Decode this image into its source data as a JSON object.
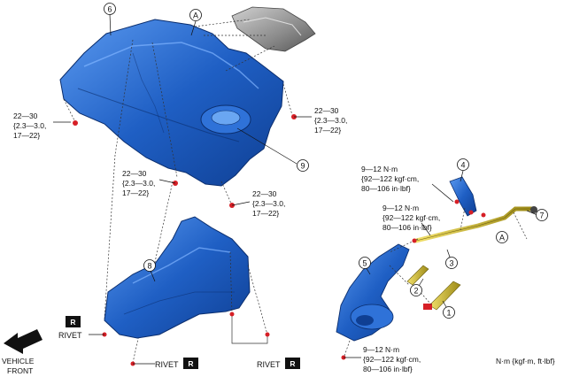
{
  "callouts": [
    "6",
    "A",
    "9",
    "8",
    "4",
    "7",
    "A",
    "5",
    "2",
    "3",
    "1"
  ],
  "torque": {
    "spec_22_30": {
      "line1": "22—30",
      "line2": "{2.3—3.0,",
      "line3": "17—22}"
    },
    "spec_9_12": {
      "line1": "9—12 N·m",
      "line2": "{92—122 kgf·cm,",
      "line3": "80—106 in·lbf}"
    }
  },
  "rivet_label": "RIVET",
  "rivet_badge": "R",
  "vehicle_front": {
    "line1": "VEHICLE",
    "line2": "FRONT"
  },
  "units_note": "N·m {kgf·m, ft·lbf}",
  "colors": {
    "tank_blue": "#1f5fc4",
    "tank_highlight": "#5b9af0",
    "shield_grey": "#8b8b8b",
    "pipe_yellow": "#c9b52a",
    "bolt_red": "#d61f26"
  }
}
